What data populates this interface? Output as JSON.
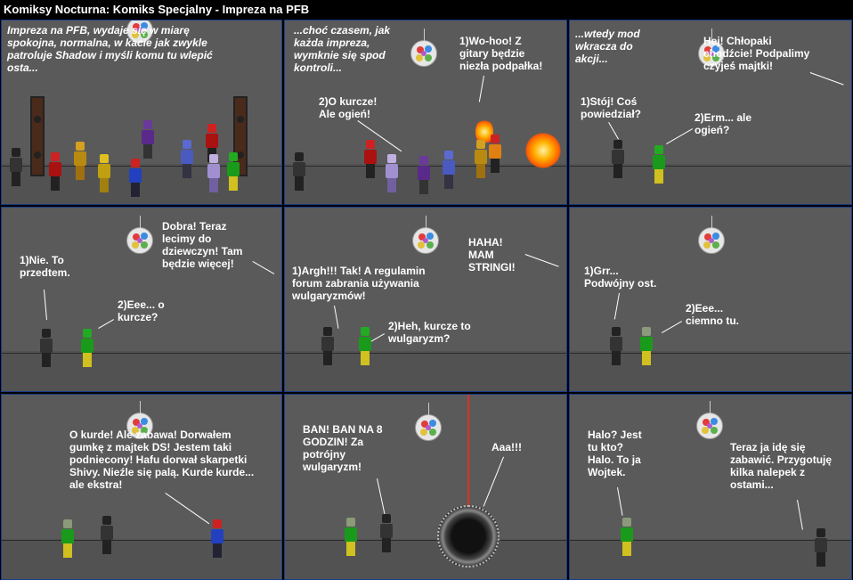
{
  "title": "Komiksy Nocturna: Komiks Specjalny - Impreza na PFB",
  "colors": {
    "background": "#5a5a5a",
    "border": "#1a3a8a",
    "text": "#ffffff"
  },
  "panels": [
    {
      "texts": [
        "Impreza na PFB, wydaje się w miarę\nspokojna, normalna, w kacie jak zwykle\npatroluje Shadow i myśli komu tu wlepić\nosta..."
      ]
    },
    {
      "texts": [
        "...choć czasem, jak\nkażda impreza,\nwymknie się spod\nkontroli...",
        "1)Wo-hoo! Z\ngitary będzie\nniezła podpałka!",
        "2)O kurcze!\nAle ogień!"
      ]
    },
    {
      "texts": [
        "...wtedy mod\nwkracza do\nakcji...",
        "Hej! Chłopaki\nchodźcie! Podpalimy\nczyjeś majtki!",
        "1)Stój! Coś\npowiedział?",
        "2)Erm... ale\nogień?"
      ]
    },
    {
      "texts": [
        "Dobra! Teraz\nlecimy do\ndziewczyn! Tam\nbędzie więcej!",
        "1)Nie. To\nprzedtem.",
        "2)Eee... o\nkurcze?"
      ]
    },
    {
      "texts": [
        "HAHA!\nMAM\nSTRINGI!",
        "1)Argh!!! Tak! A regulamin\nforum zabrania używania\nwulgaryzmów!",
        "2)Heh, kurcze to\nwulgaryzm?"
      ]
    },
    {
      "texts": [
        "1)Grr...\nPodwójny ost.",
        "2)Eee...\nciemno tu."
      ]
    },
    {
      "texts": [
        "O kurde! Ale zabawa! Dorwałem\ngumkę z majtek DS! Jestem taki\npodniecony! Hafu dorwał skarpetki\nShivy. Nieźle się palą. Kurde kurde...\nale ekstra!"
      ]
    },
    {
      "texts": [
        "BAN! BAN NA 8\nGODZIN! Za\npotrójny\nwulgaryzm!",
        "Aaa!!!"
      ]
    },
    {
      "texts": [
        "Halo? Jest\ntu kto?\nHalo. To ja\nWojtek.",
        "Teraz ja idę się\nzabawić. Przygotuję\nkilka nalepek z\nostami..."
      ]
    }
  ]
}
